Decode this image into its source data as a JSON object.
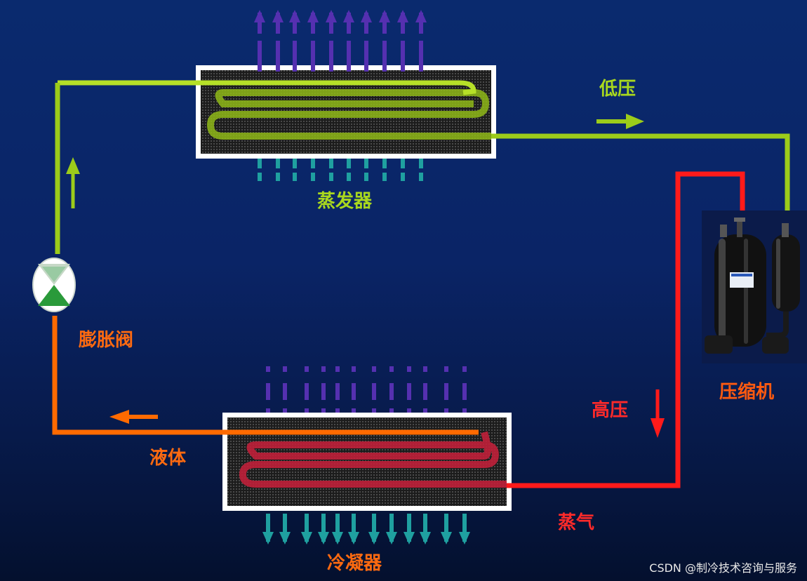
{
  "labels": {
    "evaporator": "蒸发器",
    "condenser": "冷凝器",
    "compressor": "压缩机",
    "expansion_valve": "膨胀阀",
    "low_pressure": "低压",
    "high_pressure": "高压",
    "liquid": "液体",
    "vapor": "蒸气"
  },
  "watermark": "CSDN @制冷技术咨询与服务",
  "colors": {
    "low_side": "#9ccc1a",
    "high_side": "#ff1a1a",
    "liquid_line": "#ff6a00",
    "heat_in": "#1fa0a0",
    "heat_out": "#5530b0",
    "valve": "#3aa84a"
  },
  "icons": [
    "arrow-up-icon",
    "arrow-right-icon",
    "arrow-down-icon",
    "arrow-left-icon",
    "expansion-valve-icon",
    "compressor-icon"
  ]
}
